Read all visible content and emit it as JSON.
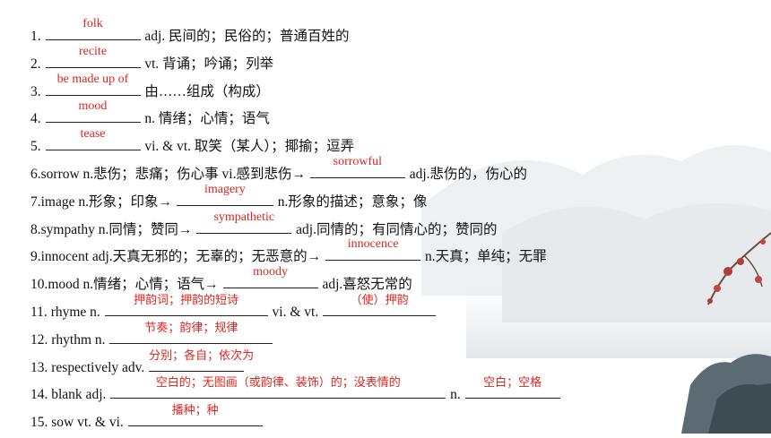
{
  "items": [
    {
      "num": "1.",
      "answer": "folk",
      "rest": "adj. 民间的；民俗的；普通百姓的"
    },
    {
      "num": "2.",
      "answer": "recite",
      "rest": "vt. 背诵；吟诵；列举"
    },
    {
      "num": "3.",
      "answer": "be made up of",
      "rest": "由……组成（构成）"
    },
    {
      "num": "4.",
      "answer": "mood",
      "rest": "n. 情绪；心情；语气"
    },
    {
      "num": "5.",
      "answer": "tease",
      "rest": "vi. & vt. 取笑（某人）；揶揄；逗弄"
    },
    {
      "num": "6.",
      "pre": "sorrow n.悲伤；悲痛；伤心事 vi.感到悲伤→",
      "answer": "sorrowful",
      "rest": "adj.悲伤的，伤心的"
    },
    {
      "num": "7.",
      "pre": "image n.形象；印象→",
      "answer": "imagery",
      "rest": "n.形象的描述；意象；像"
    },
    {
      "num": "8.",
      "pre": "sympathy n.同情；赞同→",
      "answer": "sympathetic",
      "rest": "adj.同情的；有同情心的；赞同的"
    },
    {
      "num": "9.",
      "pre": "innocent adj.天真无邪的；无辜的；无恶意的→",
      "answer": "innocence",
      "rest": "n.天真；单纯；无罪"
    },
    {
      "num": "10.",
      "pre": "mood n.情绪；心情；语气→",
      "answer": "moody",
      "rest": "adj.喜怒无常的"
    },
    {
      "num": "11.",
      "pre": "rhyme  n.",
      "answer": "押韵词；押韵的短诗",
      "mid": "vi. & vt.",
      "answer2": "（使）押韵"
    },
    {
      "num": "12.",
      "pre": "rhythm  n.",
      "answer": "节奏；韵律；规律"
    },
    {
      "num": "13.",
      "pre": "respectively  adv.",
      "answer": "分别；各自；依次为"
    },
    {
      "num": "14.",
      "pre": "blank  adj.",
      "answer": "空白的；无图画（或韵律、装饰）的；没表情的",
      "mid": "n.",
      "answer2": "空白；空格"
    },
    {
      "num": "15.",
      "pre": "sow  vt. & vi.",
      "answer": "播种；种"
    }
  ],
  "colors": {
    "answer": "#d8261f",
    "text": "#111111"
  },
  "decor": [
    "mountain-landscape",
    "red-flower-branch",
    "rock-icon"
  ]
}
